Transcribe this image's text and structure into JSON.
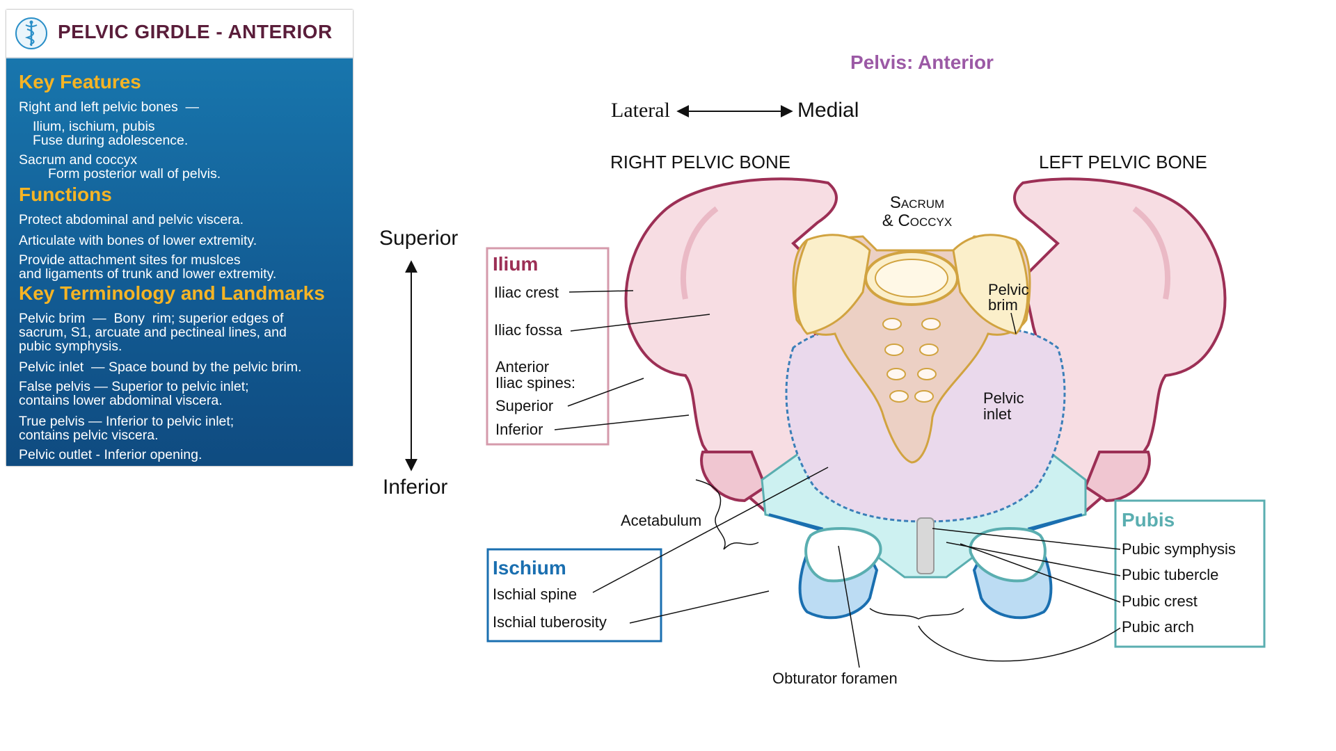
{
  "panel": {
    "title": "PELVIC GIRDLE - ANTERIOR",
    "logo_icon": "caduceus-icon",
    "key_features": {
      "heading": "Key Features",
      "lines": [
        "Right and left pelvic bones  —",
        "Ilium, ischium, pubis",
        "Fuse during adolescence.",
        "Sacrum and coccyx",
        "Form posterior wall of pelvis."
      ]
    },
    "functions": {
      "heading": "Functions",
      "lines": [
        "Protect abdominal and pelvic viscera.",
        "Articulate with bones of lower extremity.",
        "Provide attachment sites for muslces",
        "and ligaments of trunk and lower extremity."
      ]
    },
    "terminology": {
      "heading": "Key Terminology and Landmarks",
      "lines": [
        "Pelvic brim  —  Bony  rim; superior edges of",
        "sacrum, S1, arcuate and pectineal lines, and",
        "pubic symphysis.",
        "Pelvic inlet  — Space bound by the pelvic brim.",
        "False pelvis — Superior to pelvic inlet;",
        "contains lower abdominal viscera.",
        "True pelvis — Inferior to pelvic inlet;",
        "contains pelvic viscera.",
        "Pelvic outlet - Inferior opening."
      ]
    }
  },
  "diagram": {
    "title": "Pelvis: Anterior",
    "orientation": {
      "lateral": "Lateral",
      "medial": "Medial",
      "superior": "Superior",
      "inferior": "Inferior"
    },
    "right_bone": "RIGHT PELVIC BONE",
    "left_bone": "LEFT PELVIC BONE",
    "sacrum_line1": "Sacrum",
    "sacrum_line2": "& Coccyx",
    "pelvic_brim": [
      "Pelvic",
      "brim"
    ],
    "pelvic_inlet": [
      "Pelvic",
      "inlet"
    ],
    "acetabulum": "Acetabulum",
    "obturator": "Obturator foramen",
    "ilium": {
      "title": "Ilium",
      "iliac_crest": "Iliac crest",
      "iliac_fossa": "Iliac fossa",
      "spines_line1": "Anterior",
      "spines_line2": "Iliac spines:",
      "superior": "Superior",
      "inferior": "Inferior"
    },
    "ischium": {
      "title": "Ischium",
      "spine": "Ischial spine",
      "tuberosity": "Ischial tuberosity"
    },
    "pubis": {
      "title": "Pubis",
      "symphysis": "Pubic symphysis",
      "tubercle": "Pubic tubercle",
      "crest": "Pubic crest",
      "arch": "Pubic arch"
    }
  },
  "colors": {
    "ilium": "#9c2f55",
    "ischium": "#1a6fb0",
    "pubis": "#5aaeb0",
    "panel_heading": "#f6b424",
    "diagram_title": "#9b59a5",
    "brim_dash": "#3b7fb8"
  }
}
